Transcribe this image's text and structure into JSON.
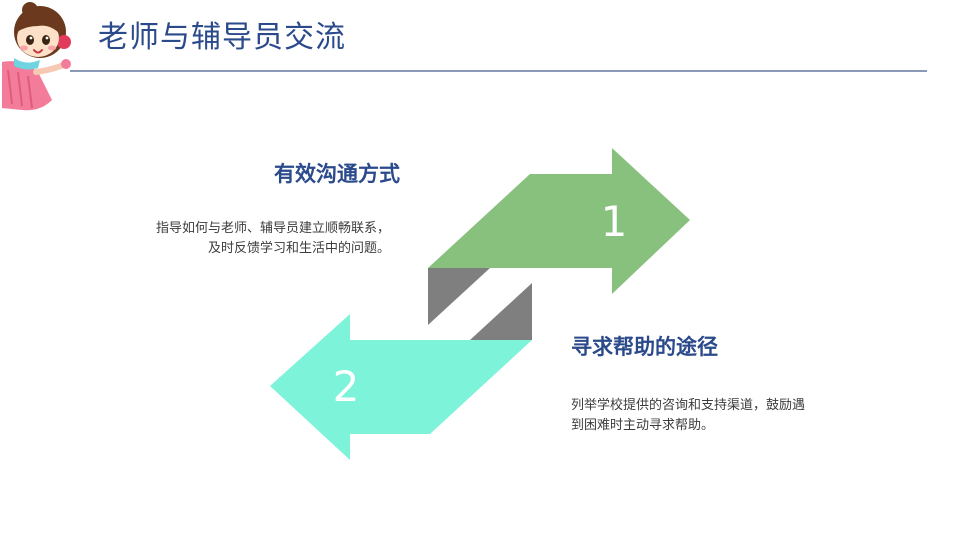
{
  "page": {
    "title": "老师与辅导员交流"
  },
  "sections": [
    {
      "number": "1",
      "heading": "有效沟通方式",
      "description_lines": [
        "指导如何与老师、辅导员建立顺畅联系，",
        "及时反馈学习和生活中的问题。"
      ]
    },
    {
      "number": "2",
      "heading": "寻求帮助的途径",
      "description_lines": [
        "列举学校提供的咨询和支持渠道，鼓励遇",
        "到困难时主动寻求帮助。"
      ]
    }
  ],
  "colors": {
    "title": "#2b4a8b",
    "arrow_1": "#88c07e",
    "arrow_2": "#7df3d9",
    "arrow_shadow": "#7f7f7f",
    "rule": "#8a99b8"
  },
  "icons": {
    "mascot": "cartoon-girl-mascot"
  }
}
